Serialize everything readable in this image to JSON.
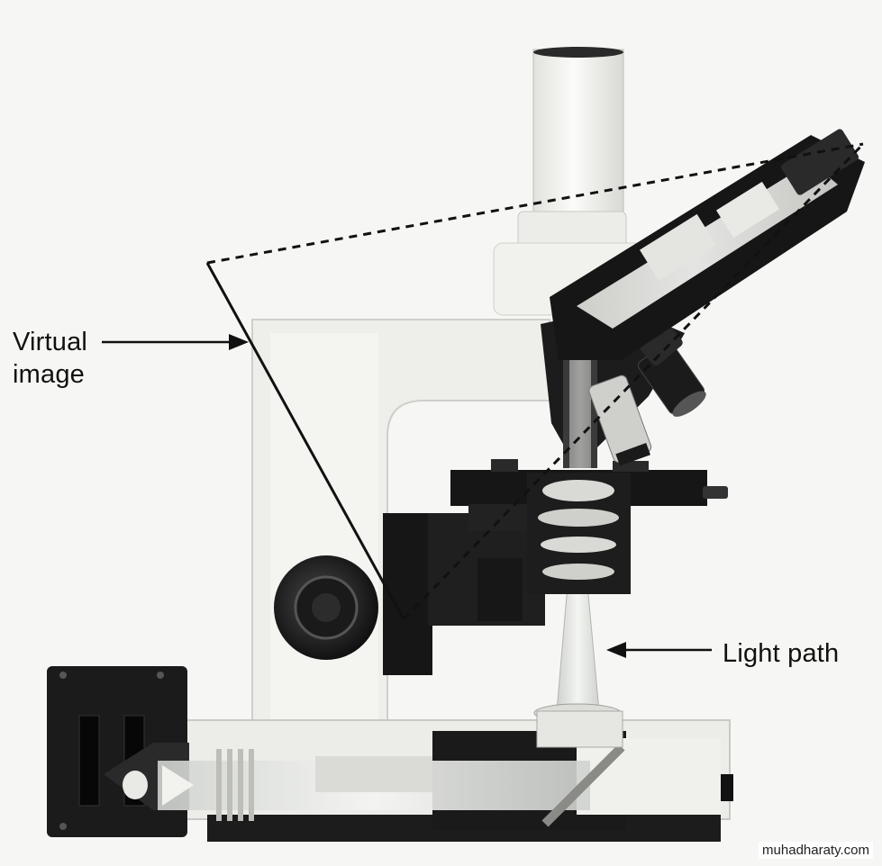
{
  "labels": {
    "virtual_image_line1": "Virtual",
    "virtual_image_line2": "image",
    "light_path": "Light path"
  },
  "watermark": "muhadharaty.com",
  "colors": {
    "background": "#f6f6f4",
    "body": "#eeeeea",
    "cutaway": "#1a1a1a",
    "light_beam": "#d9dcd8",
    "annotation_line": "#111111"
  },
  "icons": {
    "microscope": "compound-microscope-cutaway",
    "arrow": "left-arrow"
  }
}
